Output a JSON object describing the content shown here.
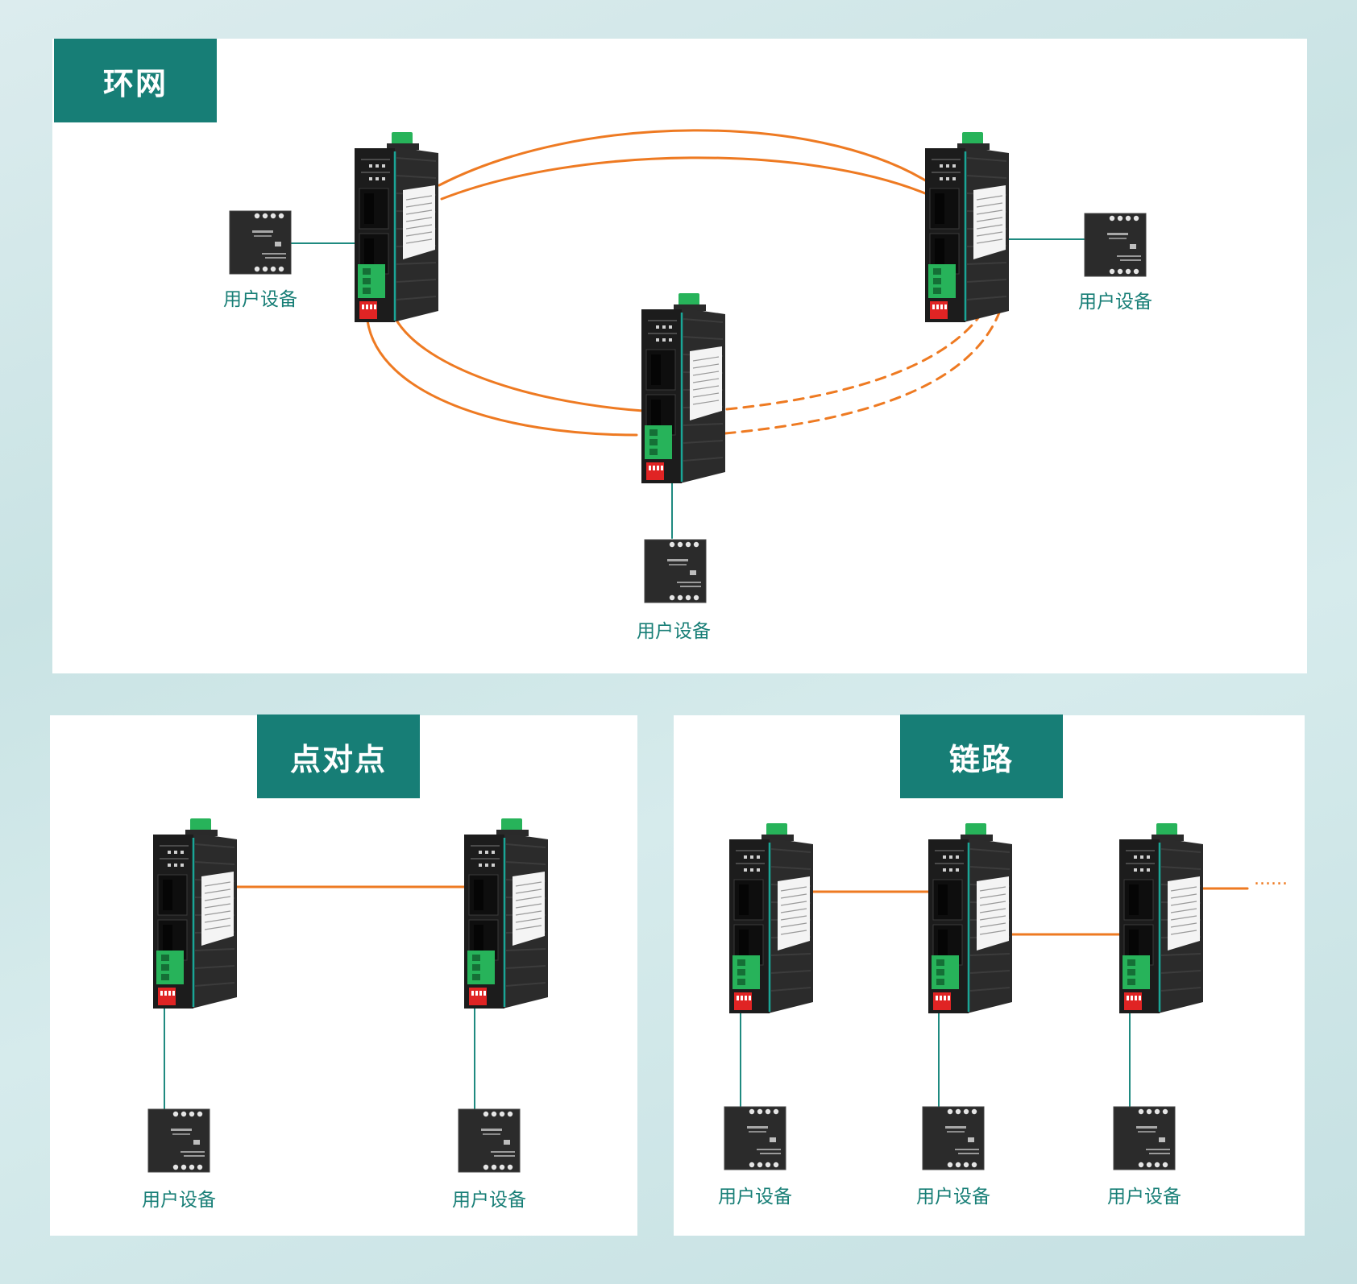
{
  "sections": {
    "ring": {
      "title": "环网"
    },
    "p2p": {
      "title": "点对点"
    },
    "chain": {
      "title": "链路"
    }
  },
  "device_label": "用户设备",
  "continuation": "......",
  "colors": {
    "accent": "#177e76",
    "fiber": "#ee7a22",
    "link": "#1f8a80",
    "device_body": "#1c1c1c",
    "terminal": "#27b35a",
    "dip_switch": "#e02424"
  },
  "icons": {
    "converter": "fiber-media-converter-icon",
    "user_device": "user-device-icon"
  }
}
